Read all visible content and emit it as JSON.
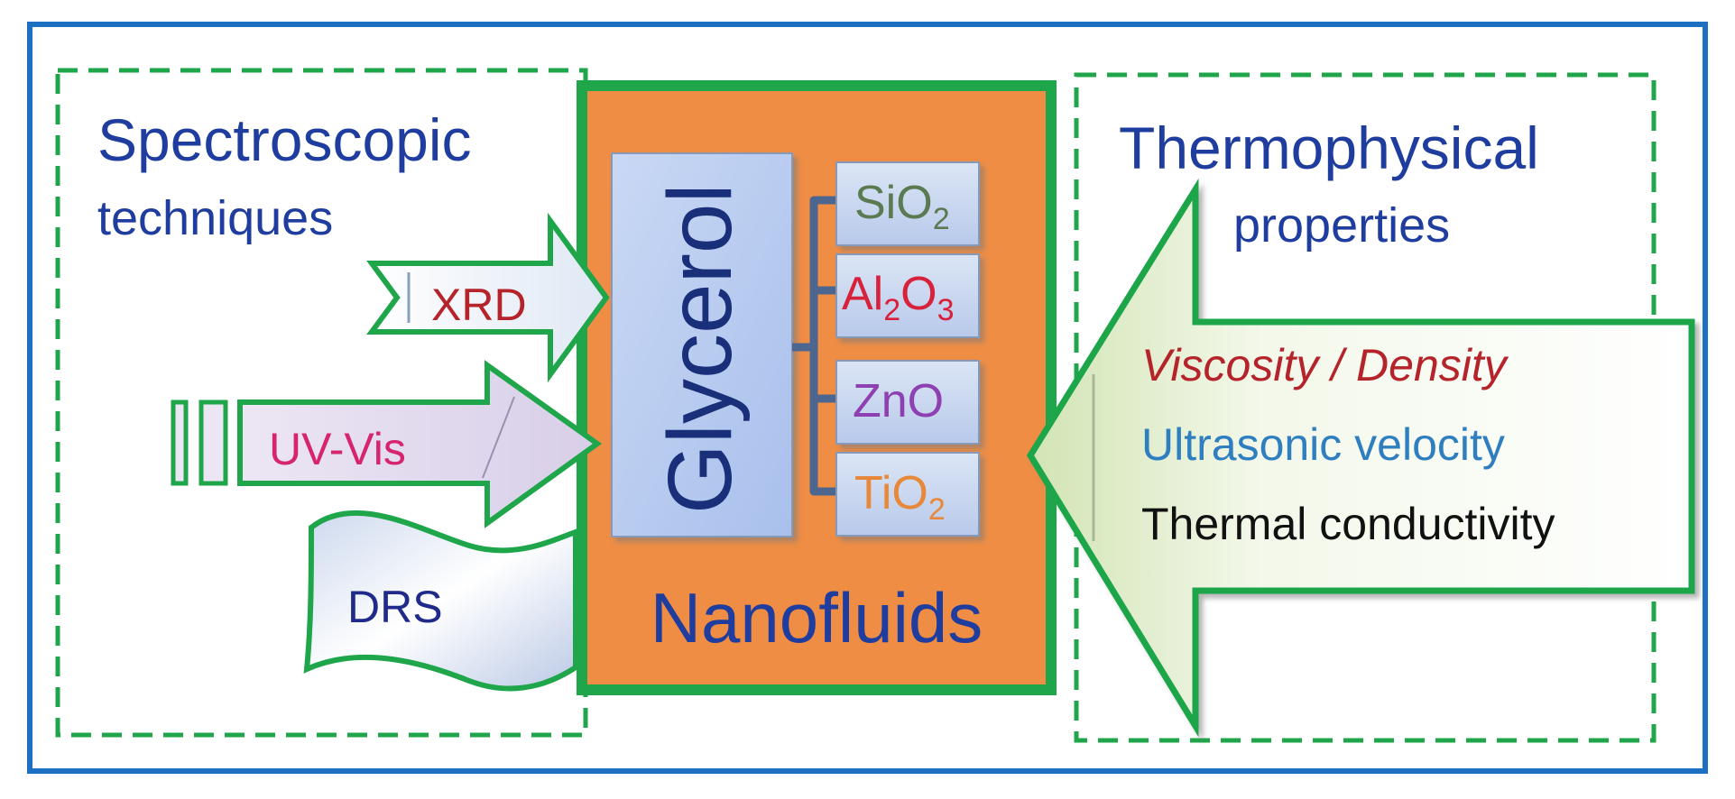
{
  "left_panel": {
    "title_line1": "Spectroscopic",
    "title_line2": "techniques",
    "xrd_label": "XRD",
    "uvvis_label": "UV-Vis",
    "drs_label": "DRS"
  },
  "center_panel": {
    "base_fluid": "Glycerol",
    "nanoparticles": [
      {
        "base": "SiO",
        "sub": "2",
        "tail": "",
        "color": "#5a7a52"
      },
      {
        "base": "Al",
        "sub": "2",
        "mid": "O",
        "sub2": "3",
        "color": "#d8213a"
      },
      {
        "base": "ZnO",
        "sub": "",
        "tail": "",
        "color": "#8e3fb0"
      },
      {
        "base": "TiO",
        "sub": "2",
        "tail": "",
        "color": "#e8883a"
      }
    ],
    "title": "Nanofluids"
  },
  "right_panel": {
    "title_line1": "Thermophysical",
    "title_line2": "properties",
    "properties": [
      {
        "label": "Viscosity / Density",
        "color": "#b5232b"
      },
      {
        "label": "Ultrasonic velocity",
        "color": "#2f7fc0"
      },
      {
        "label": "Thermal conductivity",
        "color": "#111111"
      }
    ]
  },
  "colors": {
    "frame_blue": "#1d6fc2",
    "dashed_green": "#1fa64a",
    "arrow_green": "#1fa64a",
    "center_orange": "#ef8d44",
    "heading_blue": "#1f3d9e"
  }
}
